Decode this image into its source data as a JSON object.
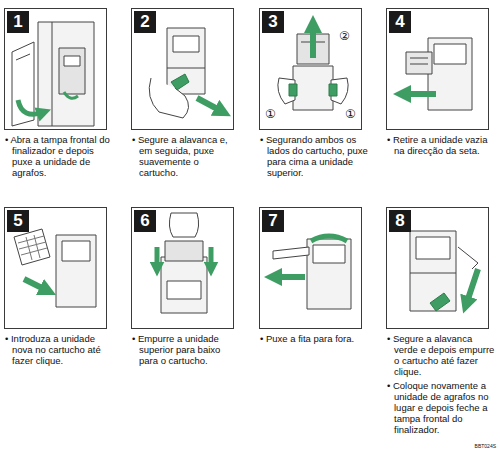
{
  "diagram": {
    "nodes": [
      {
        "text": [
          "1",
          "• Abra a tampa frontal do finalizador e depois puxe a unidade de agrafos."
        ]
      },
      {
        "text": [
          "2",
          "• Segure a alavanca e, em seguida, puxe suavemente o cartucho."
        ]
      },
      {
        "text": [
          "3",
          "• Segurando ambos os lados do cartucho, puxe para cima a unidade superior."
        ]
      },
      {
        "text": [
          "4",
          "• Retire a unidade vazia na direcção da seta."
        ]
      },
      {
        "text": [
          "5",
          "• Introduza a unidade nova no cartucho até fazer clique."
        ]
      },
      {
        "text": [
          "6",
          "• Empurre a unidade superior para baixo para o cartucho."
        ]
      },
      {
        "text": [
          "7",
          "• Puxe a fita para fora."
        ]
      },
      {
        "text": [
          "8",
          "• Segure a alavanca verde e depois empurre o cartucho até fazer clique.",
          "• Coloque novamente a unidade de agrafos no lugar e depois feche a tampa frontal do finalizador."
        ]
      }
    ],
    "labels": [
      "②",
      "①",
      "①",
      "BBT024S"
    ]
  }
}
